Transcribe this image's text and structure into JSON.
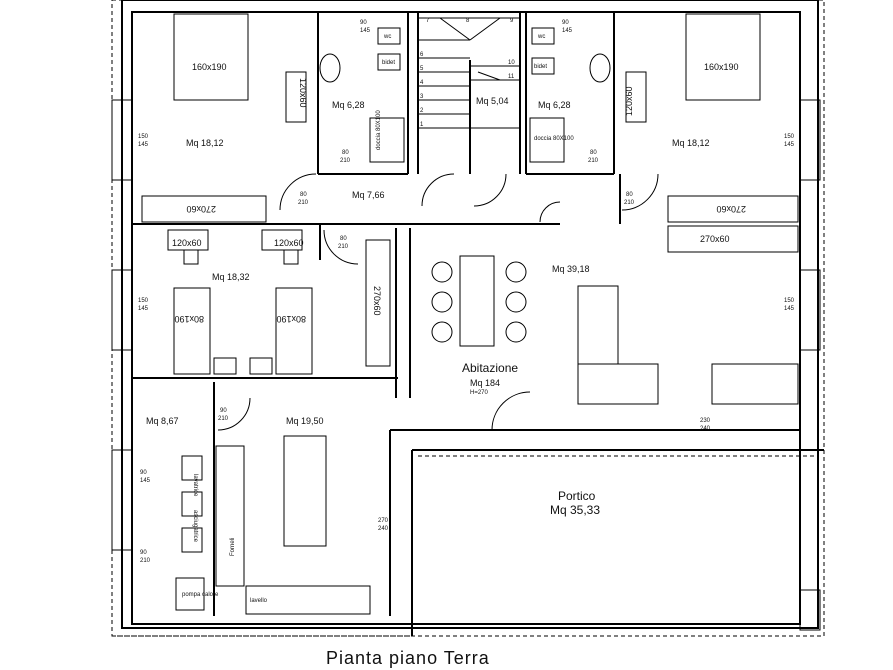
{
  "plan": {
    "caption": "Pianta piano Terra",
    "rooms": {
      "bedroom_left_area": "Mq 18,12",
      "bedroom_right_area": "Mq 18,12",
      "bath_left_area": "Mq 6,28",
      "bath_right_area": "Mq 6,28",
      "stairs_area": "Mq 5,04",
      "corridor_area": "Mq 7,66",
      "bedroom_twin_area": "Mq 18,32",
      "living_area": "Mq 39,18",
      "utility_area": "Mq 8,67",
      "kitchen_area": "Mq 19,50",
      "abitazione_title": "Abitazione",
      "abitazione_area": "Mq 184",
      "abitazione_height": "H=270",
      "portico_title": "Portico",
      "portico_area": "Mq 35,33"
    },
    "furniture": {
      "bed_left": "160x190",
      "bed_right": "160x190",
      "wardrobe_left_side": "120x60",
      "wardrobe_right_side": "120x60",
      "wardrobe_left_bottom": "270x60",
      "wardrobe_right_bottom": "270x60",
      "wardrobe_right_outer": "270x60",
      "wardrobe_corridor": "270x60",
      "desk_a": "120x60",
      "desk_b": "120x60",
      "twin_bed_a": "80x190",
      "twin_bed_b": "80x190",
      "wc_left": "wc",
      "bidet_left": "bidet",
      "wc_right": "wc",
      "bidet_right": "bidet",
      "shower_left": "doccia 80X100",
      "shower_right": "doccia 80X100",
      "forno": "Forneli",
      "oven": "lavello",
      "pompa": "pompa calore",
      "lavatrice": "lavatrice",
      "asciuga": "asciugatrice"
    },
    "dims": {
      "win_150_145_a": "150",
      "win_150_145_a2": "145",
      "win_150_145_b": "150",
      "win_150_145_b2": "145",
      "win_150_145_c": "150",
      "win_150_145_c2": "145",
      "win_150_145_d": "150",
      "win_150_145_d2": "145",
      "door_80_210_a": "80",
      "door_80_210_a2": "210",
      "door_80_210_b": "80",
      "door_80_210_b2": "210",
      "door_80_210_c": "80",
      "door_80_210_c2": "210",
      "door_80_210_d": "80",
      "door_80_210_d2": "210",
      "door_80_210_e": "80",
      "door_80_210_e2": "210",
      "door_90_210": "90",
      "door_90_210b": "210",
      "win_90_145": "90",
      "win_90_145b": "145",
      "door_90_210c": "90",
      "door_90_210d": "210",
      "door_270_240": "270",
      "door_270_240b": "240",
      "door_230_240": "230",
      "door_230_240b": "240",
      "top_90_145_l": "90",
      "top_90_145_l2": "145",
      "top_90_145_r": "90",
      "top_90_145_r2": "145",
      "stair_n1": "1",
      "stair_n2": "2",
      "stair_n3": "3",
      "stair_n4": "4",
      "stair_n5": "5",
      "stair_n6": "6",
      "stair_n7": "7",
      "stair_n8": "8",
      "stair_n9": "9",
      "stair_n10": "10",
      "stair_n11": "11"
    }
  }
}
